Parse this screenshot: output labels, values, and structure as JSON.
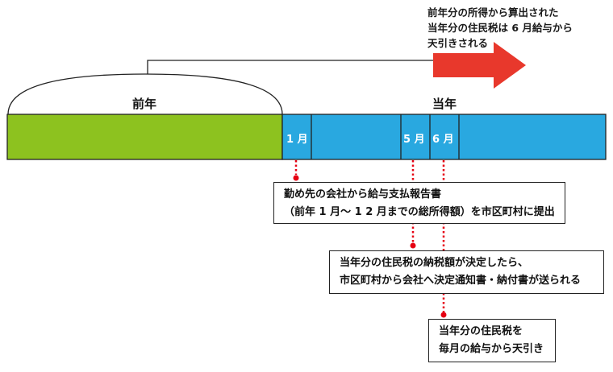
{
  "note_lines": [
    "前年分の所得から算出された",
    "当年分の住民税は 6 月給与から",
    "天引きされる"
  ],
  "timeline": {
    "prev_year_label": "前年",
    "current_year_label": "当年",
    "months": {
      "jan": "1 月",
      "may": "5 月",
      "jun": "6 月"
    }
  },
  "steps": [
    {
      "lines": [
        "勤め先の会社から給与支払報告書",
        "（前年 1 月〜 1 2 月までの総所得額）を市区町村に提出"
      ]
    },
    {
      "lines": [
        "当年分の住民税の納税額が決定したら、",
        "市区町村から会社へ決定通知書・納付書が送られる"
      ]
    },
    {
      "lines": [
        "当年分の住民税を",
        "毎月の給与から天引き"
      ]
    }
  ],
  "colors": {
    "prev_year": "#8dc21f",
    "current_year": "#29a8e0",
    "arrow": "#e8382c",
    "dots": "#e60012"
  }
}
